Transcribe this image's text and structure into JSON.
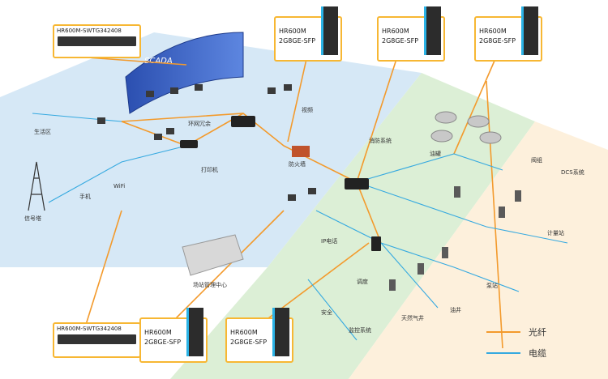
{
  "scada_label": "SCADA",
  "colors": {
    "fiber": "#f39a2c",
    "cable": "#35a9e0",
    "accent_box": "#f7b733",
    "zone_blue": "#d6e8f6",
    "zone_green": "#dcefd6",
    "zone_orange": "#fdf0dc"
  },
  "switch_boxes_top": [
    {
      "model": "HR600M",
      "spec": "2G8GE-SFP"
    },
    {
      "model": "HR600M",
      "spec": "2G8GE-SFP"
    },
    {
      "model": "HR600M",
      "spec": "2G8GE-SFP"
    }
  ],
  "switch_boxes_bottom": [
    {
      "model": "HR600M",
      "spec": "2G8GE-SFP"
    },
    {
      "model": "HR600M",
      "spec": "2G8GE-SFP"
    }
  ],
  "rack_switches": [
    {
      "model": "HR600M-SWTG342408"
    },
    {
      "model": "HR600M-SWTG342408"
    }
  ],
  "zone_labels": {
    "ring": "环网冗余",
    "living_area": "生活区",
    "tower": "信号塔",
    "phone": "手机",
    "wifi": "WiFi",
    "printer": "打印机",
    "camera_ip": "视频",
    "firewall": "防火墙",
    "fire": "消防系统",
    "oil_tank": "油罐",
    "ip_phone": "IP电话",
    "station_mgmt": "场站管理中心",
    "dispatch": "调度",
    "security": "安全",
    "monitor": "监控系统",
    "gas_well": "天然气井",
    "oil_well": "油井",
    "pump": "泵站",
    "meter": "计量站",
    "dcs": "DCS系统",
    "valve": "阀组"
  },
  "legend": [
    {
      "label": "光纤",
      "kind": "fiber"
    },
    {
      "label": "电缆",
      "kind": "cable"
    }
  ]
}
